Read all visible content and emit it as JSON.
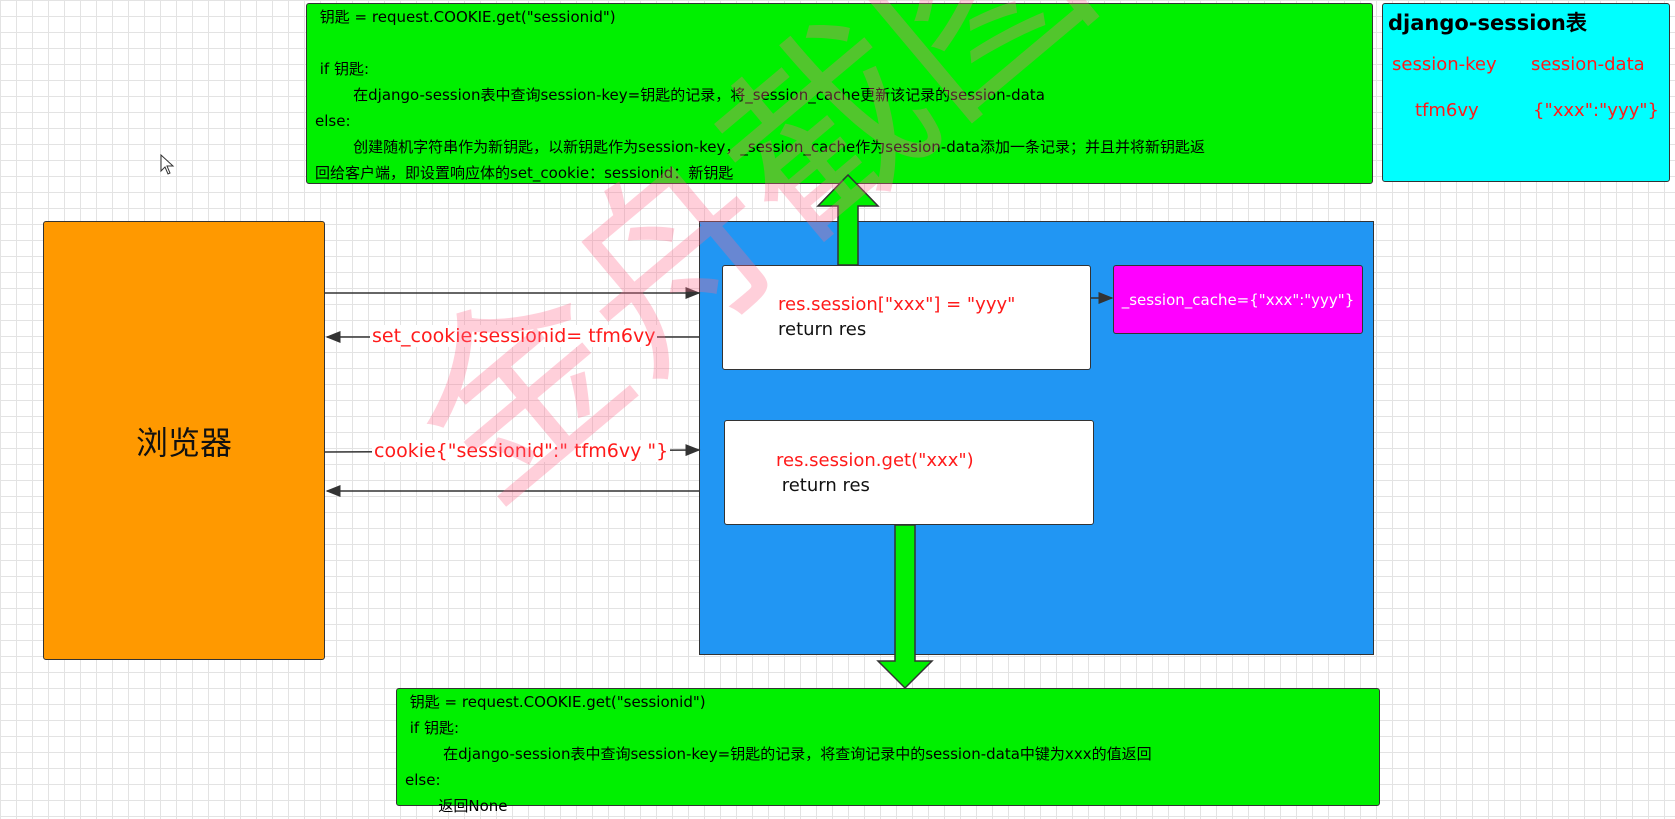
{
  "top_box": {
    "lines": [
      " 钥匙 = request.COOKIE.get(\"sessionid\")",
      "",
      " if 钥匙:",
      "        在django-session表中查询session-key=钥匙的记录，将_session_cache更新该记录的session-data",
      "else:",
      "        创建随机字符串作为新钥匙，以新钥匙作为session-key，_session_cache作为session-data添加一条记录；并且并将新钥匙返",
      "回给客户端，即设置响应体的set_cookie：sessionid：新钥匙"
    ]
  },
  "table": {
    "title": "django-session表",
    "headers": [
      "session-key",
      "session-data"
    ],
    "row": [
      "tfm6vy",
      "{\"xxx\":\"yyy\"}"
    ]
  },
  "browser": {
    "label": "浏览器"
  },
  "set_box": {
    "line1": "res.session[\"xxx\"] = \"yyy\"",
    "line2": "return res"
  },
  "get_box": {
    "line1": "res.session.get(\"xxx\")",
    "line2": " return res"
  },
  "cache": {
    "label": "_session_cache={\"xxx\":\"yyy\"}"
  },
  "arrows": {
    "set_cookie": "set_cookie:sessionid= tfm6vy",
    "cookie": "cookie{\"sessionid\":\" tfm6vy \"}"
  },
  "bottom_box": {
    "lines": [
      " 钥匙 = request.COOKIE.get(\"sessionid\")",
      " if 钥匙:",
      "        在django-session表中查询session-key=钥匙的记录，将查询记录中的session-data中键为xxx的值返回",
      "else:",
      "       返回None"
    ]
  },
  "watermark": "金舟截图软件",
  "colors": {
    "browser": "#ff9900",
    "server": "#2196f3",
    "code_box": "#00f000",
    "cache": "#ff00ff",
    "table": "#00ffff",
    "label_red": "#ff1a1a"
  }
}
